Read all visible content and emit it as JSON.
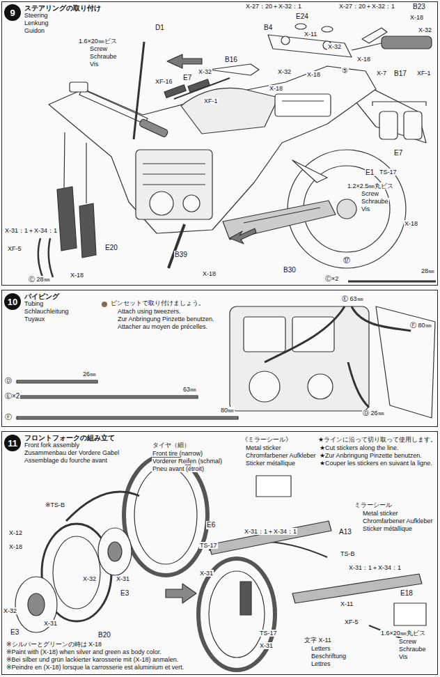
{
  "diagram": {
    "nodes": [
      {
        "text": [
          "ステアリングの取り付け",
          "Steering",
          "Lenkung",
          "Guidon"
        ]
      },
      {
        "text": [
          "9"
        ],
        "in": 0
      },
      {
        "text": [
          "パイピング",
          "Tubing",
          "Schlauchleitung",
          "Tuyaux"
        ]
      },
      {
        "text": [
          "10"
        ],
        "in": 2
      },
      {
        "text": [
          "フロントフォークの組み立て",
          "Front fork assembly",
          "Zusammenbau der Vordere Gabel",
          "Assemblage du fourche avant"
        ]
      },
      {
        "text": [
          "11"
        ],
        "in": 4
      }
    ],
    "labels": [
      "D1",
      "1.6×20㎜ビス",
      "Screw",
      "Schraube",
      "Vis",
      "X-27：20＋X-32：1",
      "E24",
      "X-27：20＋X-32：1",
      "B23",
      "B4",
      "X-11",
      "X-18",
      "X-32",
      "X-32",
      "X-18",
      "⑤",
      "X-7",
      "B17",
      "XF-1",
      "B16",
      "X-32",
      "X-32",
      "X-18",
      "X-18",
      "XF-1",
      "XF-16",
      "E7",
      "E7",
      "E1",
      "TS-17",
      "1.2×2.5㎜丸ビス",
      "Screw",
      "Schraube",
      "Vis",
      "X-18",
      "X-31：1＋X-34：1",
      "XF-5",
      "E20",
      "X-18",
      "Ⓒ 28㎜",
      "B39",
      "X-18",
      "B30",
      "⑰",
      "Ⓒ×2",
      "28㎜",
      "ピンセットで取り付けましょう。",
      "Attach using tweezers.",
      "Zur Anbringung Pinzette benutzen.",
      "Attacher au moyen de précelles.",
      "Ⓓ",
      "26㎜",
      "Ⓔ×2",
      "63㎜",
      "Ⓕ",
      "80㎜",
      "Ⓔ 63㎜",
      "Ⓕ 80㎜",
      "Ⓓ 26㎜",
      "タイヤ（細）",
      "Front tire (narrow)",
      "Vorderer Reifen (schmal)",
      "Pneu avant (étroit)",
      "《ミラーシール》",
      "Metal sticker",
      "Chromfarbener Aufkleber",
      "Sticker métallique",
      "★ラインに沿って切り取って使用します。",
      "★Cut stickers along the line.",
      "★Zur Anbringung Pinzette benutzen.",
      "★Couper les stickers en suivant la ligne.",
      "ミラーシール",
      "Metal sticker",
      "Chromfarbener Aufkleber",
      "Sticker métallique",
      "※TS-B",
      "X-12",
      "X-18",
      "X-32",
      "X-31",
      "E3",
      "X-32",
      "X-31",
      "E3",
      "B20",
      "E6",
      "X-31：1＋X-34：1",
      "TS-17",
      "X-31",
      "A13",
      "TS-B",
      "X-31：1＋X-34：1",
      "E18",
      "X-11",
      "XF-5",
      "TS-17",
      "X-31",
      "文字 X-11",
      "Letters",
      "Beschriftung",
      "Lettres",
      "1.6×20㎜丸ビス",
      "Screw",
      "Schraube",
      "Vis",
      "※シルバーとグリーンの時は X-18",
      "※Paint with (X-18) when silver and green as body color.",
      "※Bei silber und grün lackierter karosserie mit (X-18) anmalen.",
      "※Peindre en (X-18) lorsque la carrosserie est aluminium et vert."
    ]
  }
}
